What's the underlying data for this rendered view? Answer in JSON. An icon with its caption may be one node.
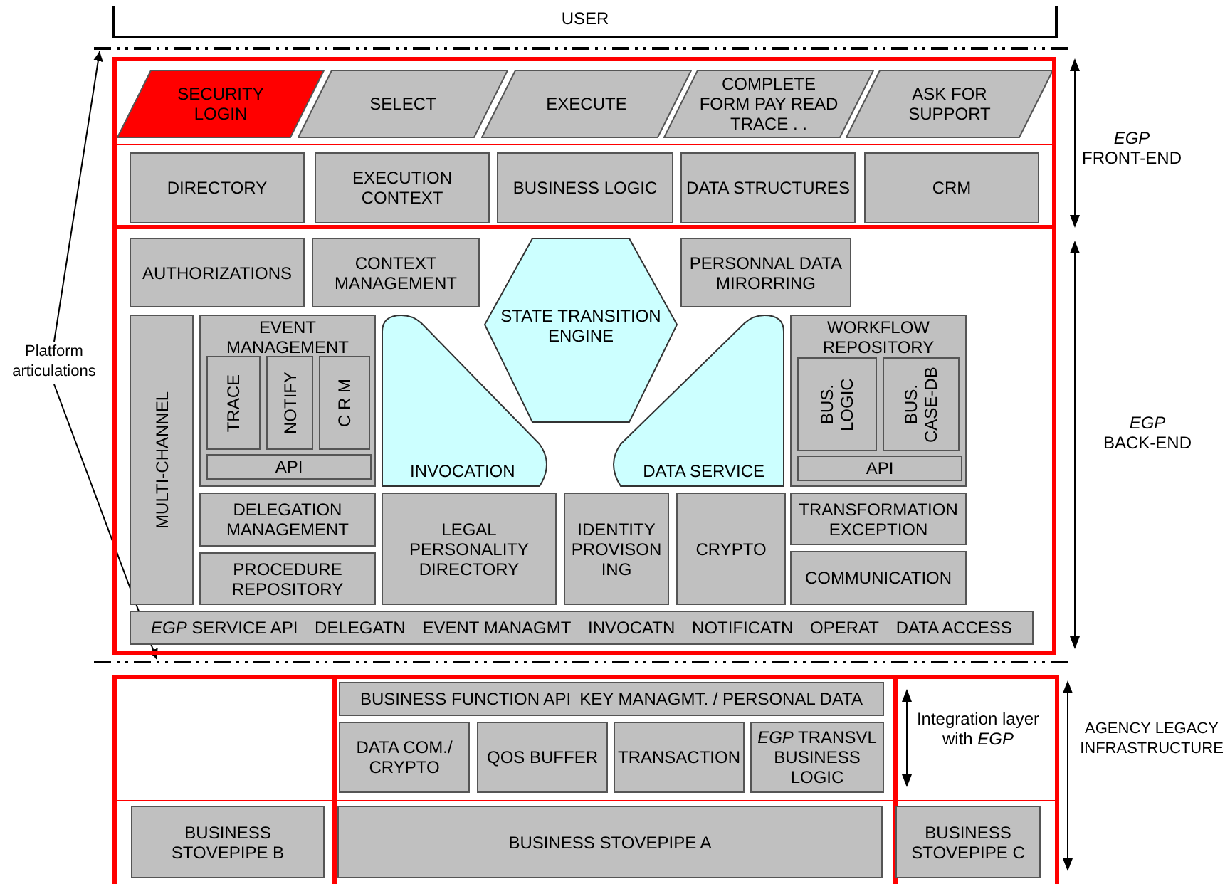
{
  "diagram": {
    "nodes": [
      {
        "text": [],
        "shape": "box"
      },
      {
        "text": [
          "SECURITY LOGIN"
        ],
        "in": 0
      },
      {
        "text": [
          "SELECT"
        ],
        "in": 0
      },
      {
        "text": [
          "EXECUTE"
        ],
        "in": 0
      },
      {
        "text": [
          "COMPLETE FORM PAY READ TRACE . ."
        ],
        "in": 0
      },
      {
        "text": [
          "ASK FOR SUPPORT"
        ],
        "in": 0
      },
      {
        "text": [
          "DIRECTORY"
        ],
        "in": 0
      },
      {
        "text": [
          "EXECUTION CONTEXT"
        ],
        "in": 0
      },
      {
        "text": [
          "BUSINESS LOGIC"
        ],
        "in": 0
      },
      {
        "text": [
          "DATA STRUCTURES"
        ],
        "in": 0
      },
      {
        "text": [
          "CRM"
        ],
        "in": 0
      },
      {
        "text": [],
        "shape": "box"
      },
      {
        "text": [
          "AUTHORIZATIONS"
        ],
        "in": 11
      },
      {
        "text": [
          "CONTEXT MANAGEMENT"
        ],
        "in": 11
      },
      {
        "text": [
          "STATE TRANSITION ENGINE"
        ],
        "in": 11
      },
      {
        "text": [
          "PERSONNAL DATA MIRORRING"
        ],
        "in": 11
      },
      {
        "text": [
          "MULTI-CHANNEL"
        ],
        "in": 11
      },
      {
        "text": [
          "EVENT MANAGEMENT"
        ],
        "in": 11
      },
      {
        "text": [
          "TRACE"
        ],
        "in": 17
      },
      {
        "text": [
          "NOTIFY"
        ],
        "in": 17
      },
      {
        "text": [
          "C R M"
        ],
        "in": 17
      },
      {
        "text": [
          "API"
        ],
        "in": 17
      },
      {
        "text": [
          "INVOCATION"
        ],
        "in": 11
      },
      {
        "text": [
          "DATA SERVICE"
        ],
        "in": 11
      },
      {
        "text": [
          "WORKFLOW REPOSITORY"
        ],
        "in": 11
      },
      {
        "text": [
          "BUS. LOGIC"
        ],
        "in": 24
      },
      {
        "text": [
          "BUS. CASE-DB"
        ],
        "in": 24
      },
      {
        "text": [
          "API"
        ],
        "in": 24
      },
      {
        "text": [
          "DELEGATION MANAGEMENT"
        ],
        "in": 11
      },
      {
        "text": [
          "PROCEDURE REPOSITORY"
        ],
        "in": 11
      },
      {
        "text": [
          "LEGAL PERSONALITY DIRECTORY"
        ],
        "in": 11
      },
      {
        "text": [
          "IDENTITY PROVISON ING"
        ],
        "in": 11
      },
      {
        "text": [
          "CRYPTO"
        ],
        "in": 11
      },
      {
        "text": [
          "TRANSFORMATION EXCEPTION"
        ],
        "in": 11
      },
      {
        "text": [
          "COMMUNICATION"
        ],
        "in": 11
      },
      {
        "text": [
          "*EGP* SERVICE API",
          "DELEGATN",
          "EVENT MANAGMT",
          "INVOCATN",
          "NOTIFICATN",
          "OPERAT",
          "DATA ACCESS"
        ],
        "in": 11
      },
      {
        "text": [],
        "shape": "box"
      },
      {
        "text": [
          "BUSINESS FUNCTION API",
          "KEY MANAGMT. / PERSONAL DATA"
        ],
        "in": 36
      },
      {
        "text": [
          "DATA COM./ CRYPTO"
        ],
        "in": 36
      },
      {
        "text": [
          "QOS BUFFER"
        ],
        "in": 36
      },
      {
        "text": [
          "TRANSACTION"
        ],
        "in": 36
      },
      {
        "text": [
          "*EGP* TRANSVL BUSINESS LOGIC"
        ],
        "in": 36
      },
      {
        "text": [
          "BUSINESS STOVEPIPE B"
        ],
        "in": 36
      },
      {
        "text": [
          "BUSINESS STOVEPIPE A"
        ],
        "in": 36
      },
      {
        "text": [
          "BUSINESS STOVEPIPE C"
        ],
        "in": 36
      },
      {
        "text": [
          "Platform articulations"
        ]
      },
      {
        "text": [],
        "shape": "line"
      },
      {
        "text": [],
        "shape": "line"
      }
    ],
    "edges": [
      {
        "from": 45,
        "to": 46,
        "arrow": "to"
      },
      {
        "from": 45,
        "to": 47,
        "arrow": "to"
      }
    ],
    "labels": [
      "USER",
      "*EGP* FRONT-END",
      "*EGP* BACK-END",
      "Integration layer with *EGP*",
      "AGENCY LEGACY INFRASTRUCTURE"
    ]
  }
}
